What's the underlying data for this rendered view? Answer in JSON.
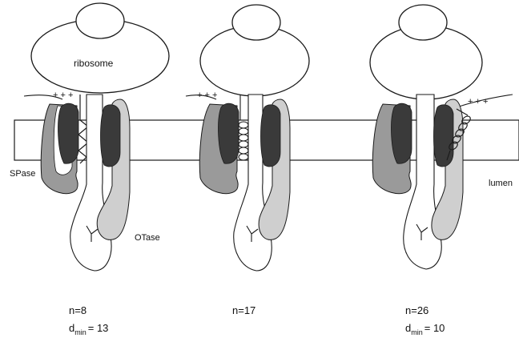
{
  "labels": {
    "ribosome": "ribosome",
    "spase": "SPase",
    "otase": "OTase",
    "lumen": "lumen",
    "charges": "+ + +",
    "dmin_prefix": "d",
    "dmin_sub": "min"
  },
  "panels": [
    {
      "n": "n=8",
      "dmin": "= 13",
      "helix": "zigzag"
    },
    {
      "n": "n=17",
      "dmin": "",
      "helix": "coil"
    },
    {
      "n": "n=26",
      "dmin": "= 10",
      "helix": "coil-tilted"
    }
  ],
  "colors": {
    "stroke": "#1a1a1a",
    "spase_fill": "#9a9a9a",
    "otase_fill": "#cfcfcf",
    "dark_fill": "#3a3a3a",
    "membrane_fill": "#ffffff"
  }
}
